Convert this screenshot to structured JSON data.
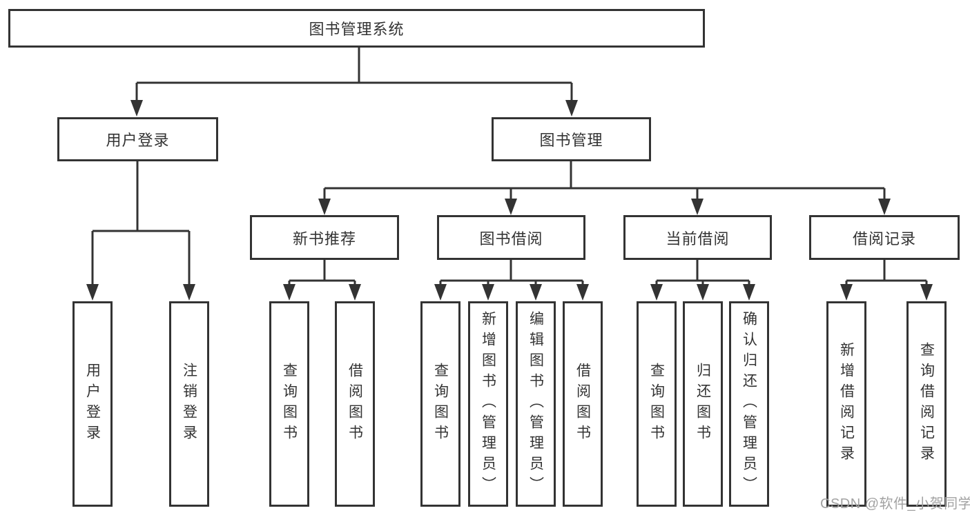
{
  "diagram": {
    "title": "图书管理系统",
    "level2": {
      "user_login": "用户登录",
      "book_mgmt": "图书管理"
    },
    "level3": {
      "new_books": "新书推荐",
      "borrowing": "图书借阅",
      "current": "当前借阅",
      "records": "借阅记录"
    },
    "leaves": {
      "user_login": [
        "用户登录",
        "注销登录"
      ],
      "new_books": [
        "查询图书",
        "借阅图书"
      ],
      "borrowing": [
        "查询图书",
        "新增图书（管理员）",
        "编辑图书（管理员）",
        "借阅图书"
      ],
      "current": [
        "查询图书",
        "归还图书",
        "确认归还（管理员）"
      ],
      "records": [
        "新增借阅记录",
        "查询借阅记录"
      ]
    }
  },
  "watermark": "CSDN @软件_小贺同学",
  "colors": {
    "line": "#333333",
    "box_border": "#333333",
    "box_fill": "#ffffff",
    "text": "#333333",
    "watermark": "#a2a2a2",
    "background": "#ffffff"
  }
}
